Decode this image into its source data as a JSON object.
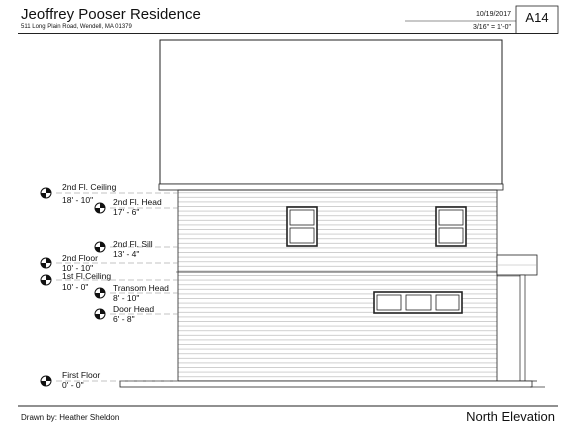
{
  "header": {
    "project_title": "Jeoffrey Pooser Residence",
    "address": "511 Long Plain Road, Wendell, MA 01379",
    "date": "10/19/2017",
    "scale": "3/16\" = 1'-0\"",
    "sheet_number": "A14"
  },
  "footer": {
    "drawn_by": "Drawn by: Heather Sheldon",
    "view_title": "North Elevation"
  },
  "levels": [
    {
      "name": "2nd Fl. Ceiling",
      "elevation": "18' - 10\""
    },
    {
      "name": "2nd Fl. Head",
      "elevation": "17' - 6\""
    },
    {
      "name": "2nd Fl. Sill",
      "elevation": "13' - 4\""
    },
    {
      "name": "2nd Floor",
      "elevation": "10' - 10\""
    },
    {
      "name": "1st Fl.Ceiling",
      "elevation": "10' - 0\""
    },
    {
      "name": "Transom Head",
      "elevation": "8' - 10\""
    },
    {
      "name": "Door Head",
      "elevation": "6' - 8\""
    },
    {
      "name": "First Floor",
      "elevation": "0' - 0\""
    }
  ]
}
